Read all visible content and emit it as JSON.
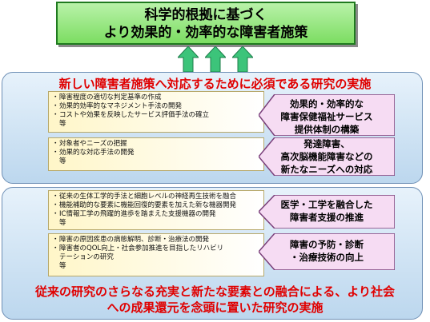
{
  "goal": {
    "line1": "科学的根拠に基づく",
    "line2": "より効果的・効率的な障害者施策"
  },
  "panel1": {
    "title": "新しい障害者施策へ対応するために必須である研究の実施",
    "lists": [
      {
        "items": [
          "障害程度の適切な判定基準の作成",
          "効果的効率的なマネジメント手法の開発",
          "コストや効果を反映したサービス評価手法の確立"
        ],
        "etc": "等"
      },
      {
        "items": [
          "対象者やニーズの把握",
          "効果的な対応手法の開発"
        ],
        "etc": "等"
      }
    ],
    "outcomes": [
      {
        "lines": [
          "効果的・効率的な",
          "障害保健福祉サービス",
          "提供体制の構築"
        ]
      },
      {
        "lines": [
          "発達障害、",
          "高次脳機能障害などの",
          "新たなニーズへの対応"
        ]
      }
    ]
  },
  "panel2": {
    "title_line1": "従来の研究のさらなる充実と新たな要素との融合による、より社会",
    "title_line2": "への成果還元を念頭に置いた研究の実施",
    "lists": [
      {
        "items": [
          "従来の生体工学的手法と細胞レベルの神経再生技術を融合",
          "機能補助的な要素に機能回復的要素を加えた新な機器開発",
          "IC情報工学の飛躍的進歩を踏まえた支援機器の開発"
        ],
        "etc": "等"
      },
      {
        "items": [
          "障害の原因疾患の病態解明、診断・治療法の開発",
          "障害者のQOL向上・社会参加推進を目指したリハビリ"
        ],
        "continuation": "テーションの研究",
        "etc": "等"
      }
    ],
    "outcomes": [
      {
        "lines": [
          "医学・工学を融合した",
          "障害者支援の推進"
        ]
      },
      {
        "lines": [
          "障害の予防・診断",
          "・治療技術の向上"
        ]
      }
    ]
  },
  "colors": {
    "goal_fill": "#7cdd62",
    "arrow_fill": "#3cc47a",
    "title_red": "#e00000",
    "outcome_fill": "#f6dcf3",
    "panel_fill": "#bcd7ee",
    "list_fill": "#fff6c8"
  }
}
